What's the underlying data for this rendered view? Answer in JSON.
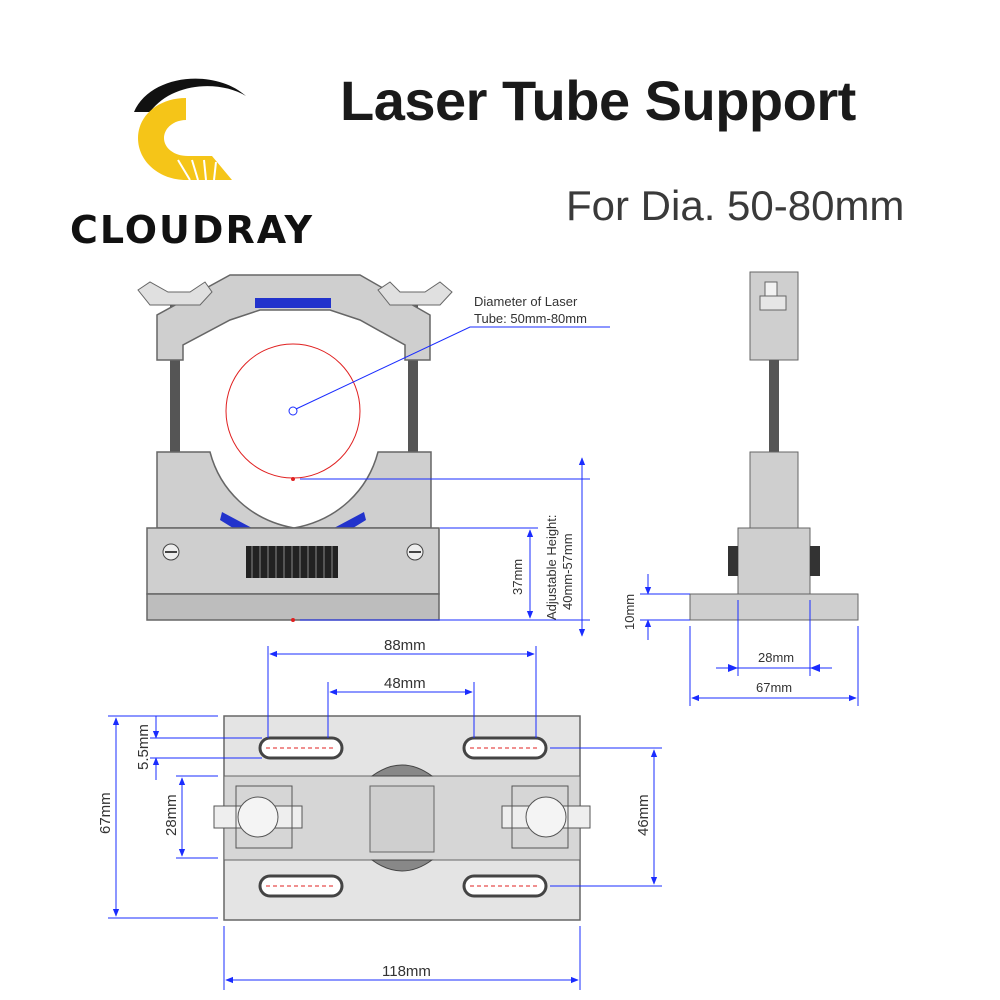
{
  "header": {
    "title": "Laser Tube Support",
    "subtitle": "For Dia. 50-80mm",
    "brand_name": "Cloudray"
  },
  "logo": {
    "icon": "cloudray-logo-icon",
    "colors": {
      "arc": "#111111",
      "sun": "#f5c518"
    }
  },
  "annotations": {
    "diameter_label_line1": "Diameter of Laser",
    "diameter_label_line2": "Tube: 50mm-80mm",
    "adjustable_line1": "Adjustable Height:",
    "adjustable_line2": "40mm-57mm"
  },
  "dimensions": {
    "front_base_height": "37mm",
    "side_foot_height": "10mm",
    "side_inner_width": "28mm",
    "side_total_width": "67mm",
    "top_outer_slots": "88mm",
    "top_inner_slots": "48mm",
    "slot_width": "5.5mm",
    "top_total_depth": "67mm",
    "top_clamp_depth": "28mm",
    "top_slot_spacing": "46mm",
    "top_total_length": "118mm"
  },
  "colors": {
    "dimension": "#1a2cff",
    "centerline": "#e02020",
    "metal": "#c8c8c8",
    "metal_dark": "#8f8f8f",
    "pad": "#2233cc"
  }
}
